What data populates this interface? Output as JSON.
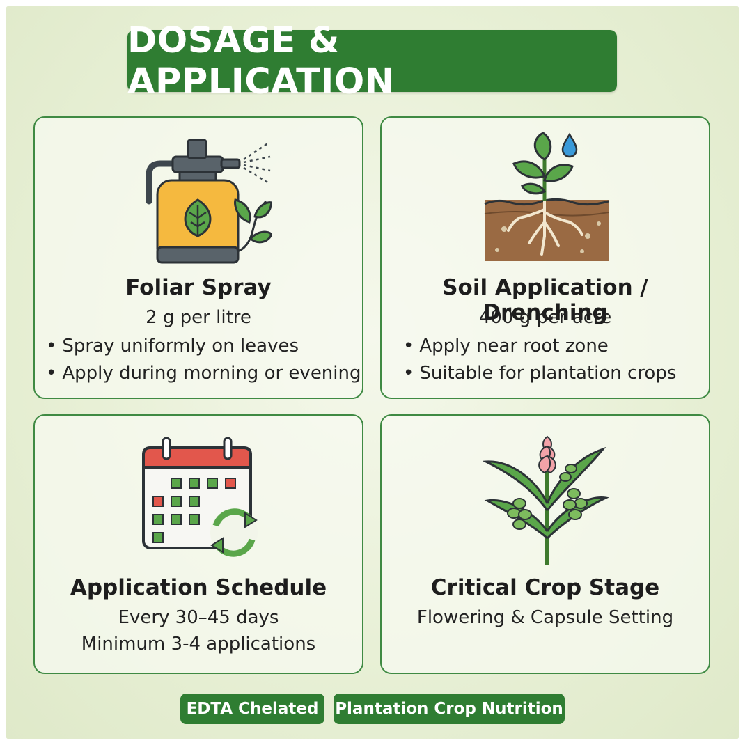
{
  "title": "DOSAGE & APPLICATION",
  "cards": [
    {
      "icon": "spray-bottle-icon",
      "heading": "Foliar Spray",
      "dosage": "2 g per litre",
      "bullets": [
        "Spray uniformly on leaves",
        "Apply during morning or evening"
      ]
    },
    {
      "icon": "plant-roots-soil-icon",
      "heading": "Soil Application / Drenching",
      "dosage": "400 g per acre",
      "bullets": [
        "Apply near root zone",
        "Suitable for plantation crops"
      ]
    },
    {
      "icon": "calendar-repeat-icon",
      "heading": "Application Schedule",
      "lines": [
        "Every 30–45 days",
        "Minimum 3-4 applications"
      ]
    },
    {
      "icon": "flowering-plant-icon",
      "heading": "Critical Crop Stage",
      "lines": [
        "Flowering & Capsule Setting"
      ]
    }
  ],
  "tags": [
    "EDTA Chelated",
    "Plantation Crop Nutrition"
  ],
  "colors": {
    "brand_green": "#2f7d32",
    "background": "#e8f0d6"
  }
}
